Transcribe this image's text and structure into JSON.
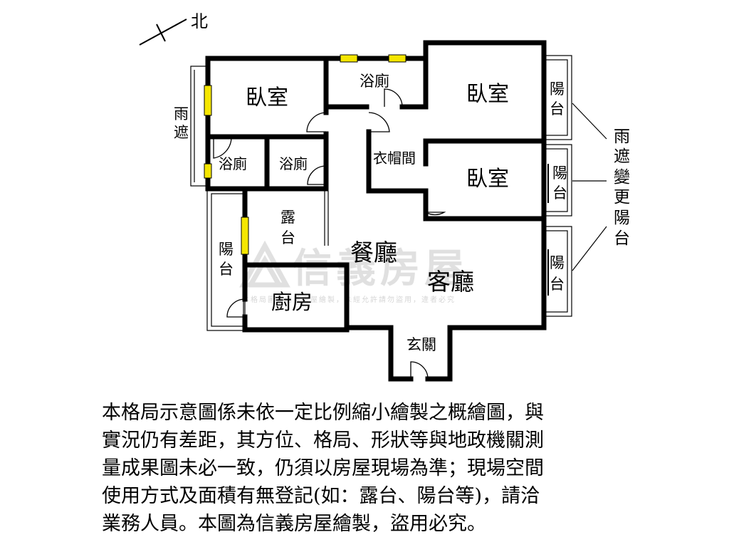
{
  "compass": {
    "label": "北"
  },
  "rooms": {
    "bedroom_nw": "臥室",
    "bathroom_top": "浴廁",
    "bedroom_ne": "臥室",
    "bathroom_w": "浴廁",
    "bathroom_mid": "浴廁",
    "closet": "衣帽間",
    "bedroom_e": "臥室",
    "terrace": [
      "露",
      "台"
    ],
    "dining": "餐廳",
    "living": "客廳",
    "balcony_w": [
      "陽",
      "台"
    ],
    "kitchen": "廚房",
    "entrance": "玄關",
    "balcony_e1": [
      "陽",
      "台"
    ],
    "balcony_e2": [
      "陽",
      "台"
    ],
    "balcony_e3": [
      "陽",
      "台"
    ],
    "canopy_w": [
      "雨",
      "遮"
    ]
  },
  "annotation": {
    "chars": [
      "雨",
      "遮",
      "變",
      "更",
      "陽",
      "台"
    ]
  },
  "watermark": {
    "brand": "信義房屋",
    "notice": "本格局圖為信義房屋繪製，未經允許請勿盜用，違者必究"
  },
  "colors": {
    "wall": "#000000",
    "window": "#f5e600",
    "watermark": "#c8c8c8"
  },
  "disclaimer": {
    "lines": [
      "本格局示意圖係未依一定比例縮小繪製之概繪圖，與",
      "實況仍有差距，其方位、格局、形狀等與地政機關測",
      "量成果圖未必一致，仍須以房屋現場為準；現場空間",
      "使用方式及面積有無登記(如：露台、陽台等)，請洽",
      "業務人員。本圖為信義房屋繪製，盜用必究。"
    ]
  }
}
